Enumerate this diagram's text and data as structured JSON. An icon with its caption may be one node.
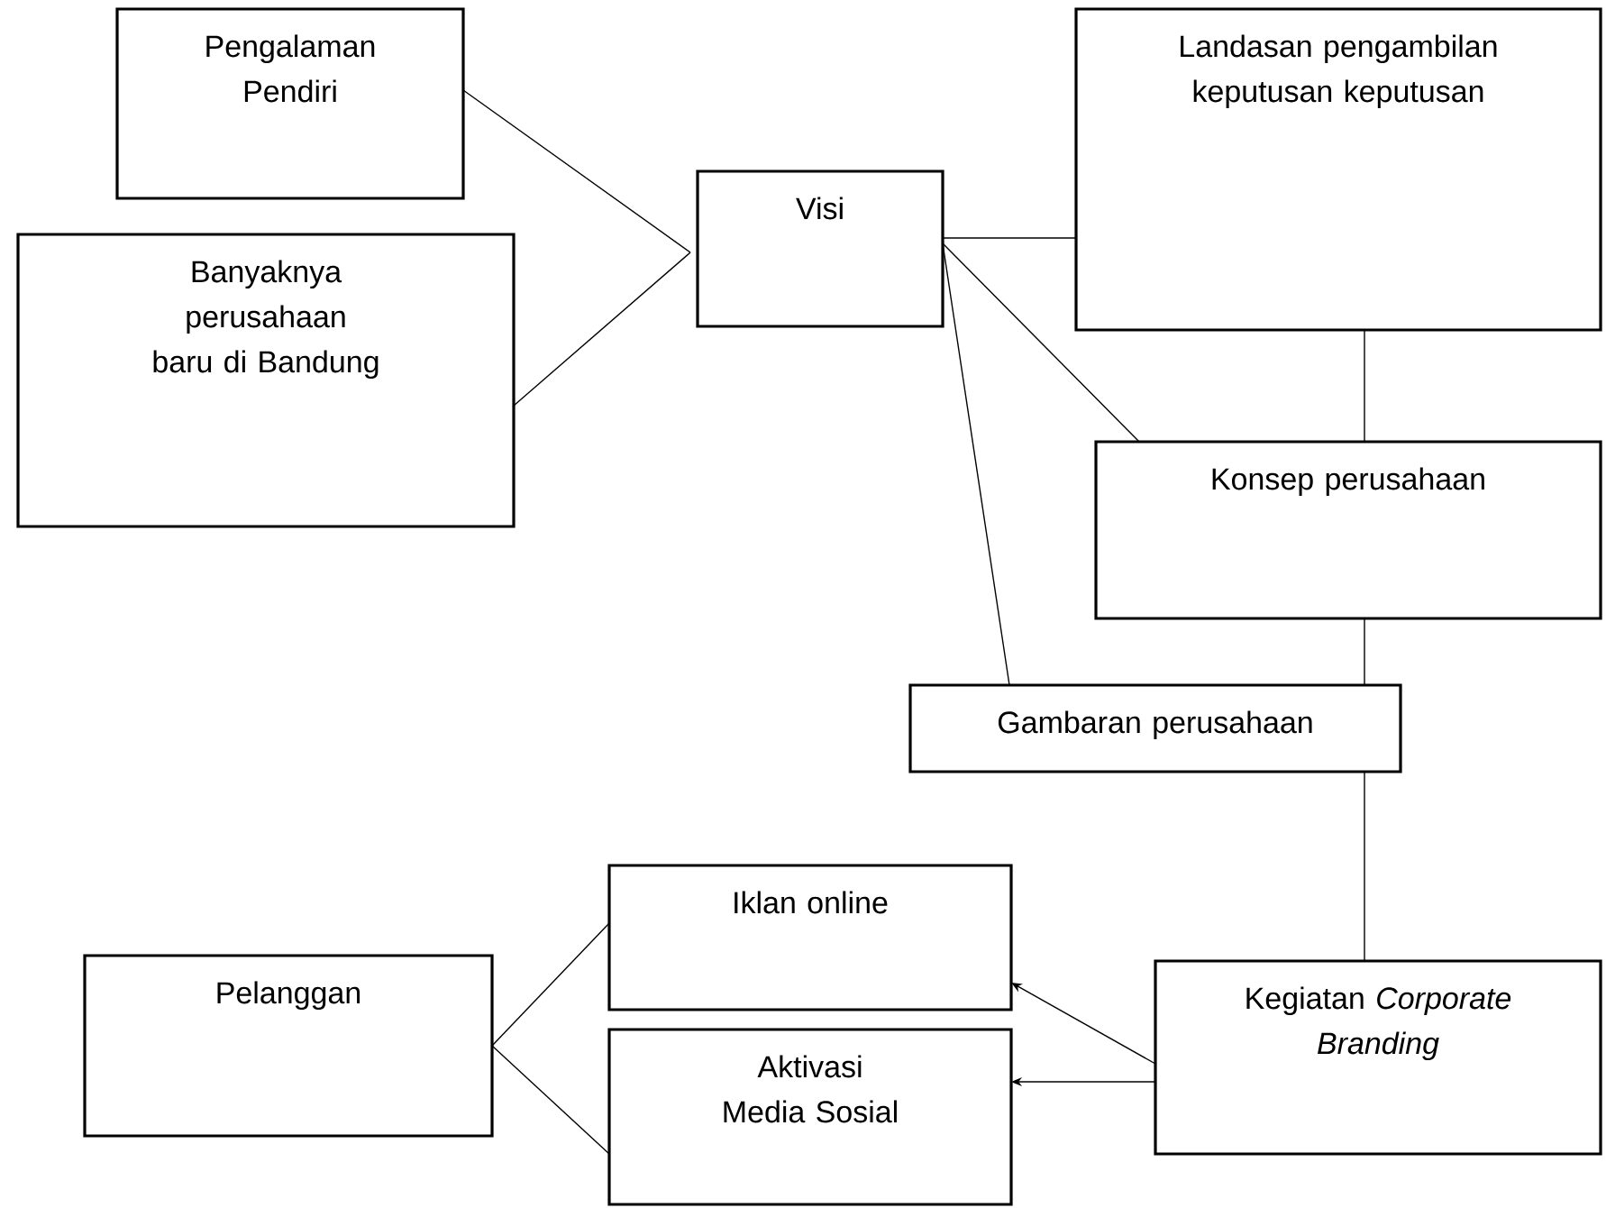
{
  "diagram": {
    "nodes": [
      {
        "text": [
          "Pengalaman Pendiri"
        ]
      },
      {
        "text": [
          "Banyaknya perusahaan baru di Bandung"
        ]
      },
      {
        "text": [
          "Visi"
        ]
      },
      {
        "text": [
          "Landasan pengambilan keputusan keputusan"
        ]
      },
      {
        "text": [
          "Konsep perusahaan"
        ]
      },
      {
        "text": [
          "Gambaran perusahaan"
        ]
      },
      {
        "text": [
          "Kegiatan *Corporate Branding*"
        ]
      },
      {
        "text": [
          "Iklan online"
        ]
      },
      {
        "text": [
          "Aktivasi Media Sosial"
        ]
      },
      {
        "text": [
          "Pelanggan"
        ]
      }
    ],
    "edges": [
      {
        "from": 0,
        "to": 2,
        "arrow": "none"
      },
      {
        "from": 1,
        "to": 2,
        "arrow": "none"
      },
      {
        "from": 2,
        "to": 3,
        "arrow": "none"
      },
      {
        "from": 2,
        "to": 4,
        "arrow": "none"
      },
      {
        "from": 2,
        "to": 5,
        "arrow": "none"
      },
      {
        "from": 3,
        "to": 4,
        "arrow": "none"
      },
      {
        "from": 4,
        "to": 5,
        "arrow": "none"
      },
      {
        "from": 5,
        "to": 6,
        "arrow": "none"
      },
      {
        "from": 6,
        "to": 7,
        "arrow": "to"
      },
      {
        "from": 6,
        "to": 8,
        "arrow": "to"
      },
      {
        "from": 9,
        "to": 7,
        "arrow": "none"
      },
      {
        "from": 9,
        "to": 8,
        "arrow": "none"
      }
    ]
  }
}
